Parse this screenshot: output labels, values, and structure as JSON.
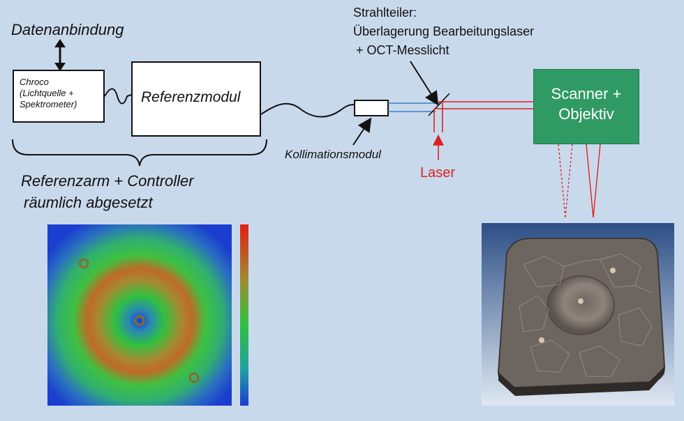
{
  "labels": {
    "datenanbindung": "Datenanbindung",
    "chroco": "Chroco\n(Lichtquelle +\nSpektrometer)",
    "referenzmodul": "Referenzmodul",
    "referenzarm_line1": "Referenzarm + Controller",
    "referenzarm_line2": "räumlich abgesetzt",
    "kollimationsmodul": "Kollimationsmodul",
    "strahlteiler_line1": "Strahlteiler:",
    "strahlteiler_line2": "Überlagerung  Bearbeitungslaser",
    "strahlteiler_line3": "+ OCT-Messlicht",
    "laser": "Laser",
    "scanner": "Scanner +\nObjektiv"
  },
  "colors": {
    "background": "#c9d9ec",
    "scanner_box": "#2f9a64",
    "laser": "#e02020",
    "oct_light": "#3a7fc4",
    "heatmap_low": "#1a3fd0",
    "heatmap_mid": "#30c040",
    "heatmap_high": "#e02010"
  },
  "icons": {
    "datenanbindung_arrow": "double-vertical-arrow",
    "fiber": "wavy-cable",
    "beam_splitter": "diagonal-line"
  }
}
